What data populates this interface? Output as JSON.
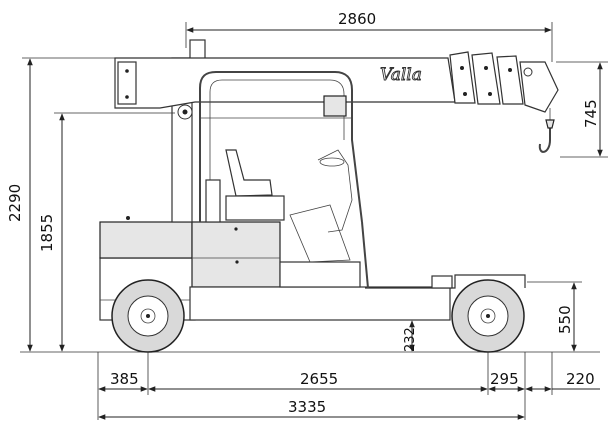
{
  "brand": {
    "logo_text": "Valla"
  },
  "dimensions": {
    "boom_length": "2860",
    "total_height": "2290",
    "seat_height": "1855",
    "hook_drop": "745",
    "rear_height": "550",
    "ground_clearance": "232",
    "rear_overhang": "385",
    "wheelbase": "2655",
    "front_overhang": "295",
    "front_extension": "220",
    "total_length": "3335"
  }
}
